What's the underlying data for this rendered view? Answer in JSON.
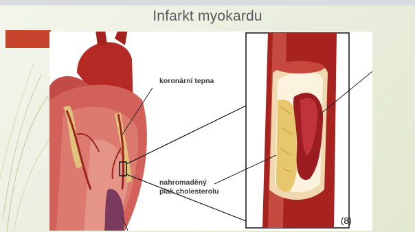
{
  "slide": {
    "title": "Infarkt myokardu",
    "accent_color": "#c8452d"
  },
  "figure": {
    "label_artery": "koronární tepna",
    "label_plaque_line1": "nahromaděný",
    "label_plaque_line2": "plak cholesterolu",
    "citation": "(8)"
  }
}
